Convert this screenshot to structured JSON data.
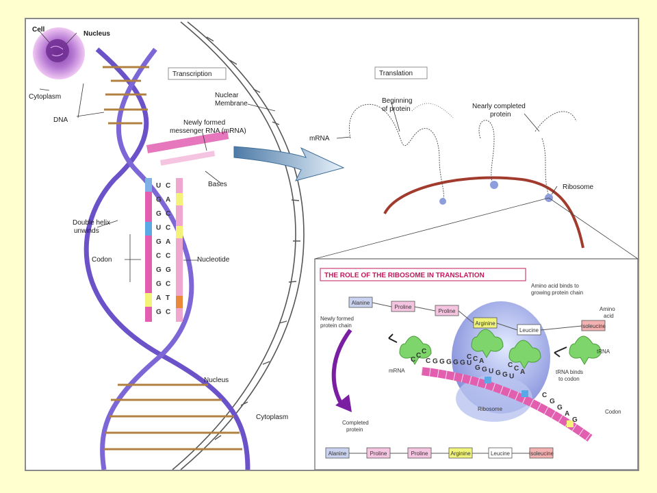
{
  "labels": {
    "cell": "Cell",
    "nucleus_top": "Nucleus",
    "cytoplasm_top": "Cytoplasm",
    "dna": "DNA",
    "transcription": "Transcription",
    "nuclear_membrane_1": "Nuclear",
    "nuclear_membrane_2": "Membrane",
    "mrna_new_1": "Newly formed",
    "mrna_new_2": "messenger RNA (mRNA)",
    "bases": "Bases",
    "double_helix_1": "Double helix",
    "double_helix_2": "unwinds",
    "codon_left": "Codon",
    "nucleotide": "Nucleotide",
    "nucleus_center": "Nucleus",
    "cytoplasm_bottom": "Cytoplasm",
    "translation": "Translation",
    "beginning_1": "Beginning",
    "beginning_2": "of protein",
    "nearly_1": "Nearly completed",
    "nearly_2": "protein",
    "mrna_translation": "mRNA",
    "ribosome_top": "Ribosome"
  },
  "dna_strand_left": [
    "U",
    "G",
    "G",
    "U",
    "G",
    "C",
    "G",
    "G",
    "A",
    "G"
  ],
  "dna_strand_right": [
    "C",
    "A",
    "C",
    "C",
    "A",
    "C",
    "G",
    "C",
    "T",
    "C"
  ],
  "inset": {
    "title": "THE ROLE OF THE RIBOSOME IN TRANSLATION",
    "amino_binds_1": "Amino acid binds to",
    "amino_binds_2": "growing protein chain",
    "amino_acid_1": "Amino",
    "amino_acid_2": "acid",
    "newly_formed_1": "Newly formed",
    "newly_formed_2": "protein chain",
    "trna": "tRNA",
    "trna_binds_1": "tRNA binds",
    "trna_binds_2": "to codon",
    "mrna": "mRNA",
    "ribosome": "Ribosome",
    "codon": "Codon",
    "completed_1": "Completed",
    "completed_2": "protein",
    "chain_top": [
      {
        "name": "Alanine",
        "color": "#c9d2ef"
      },
      {
        "name": "Proline",
        "color": "#f4c4e0"
      },
      {
        "name": "Proline",
        "color": "#f4c4e0"
      },
      {
        "name": "Arginine",
        "color": "#f1f47a"
      },
      {
        "name": "Leucine",
        "color": "#ffffff"
      },
      {
        "name": "Isoleucine",
        "color": "#f4b1b1"
      }
    ],
    "anticodon_1": [
      "C",
      "C",
      "C"
    ],
    "anticodon_2": [
      "C",
      "C",
      "A"
    ],
    "anticodon_3": [
      "C",
      "C",
      "A"
    ],
    "mrna_bases_top": [
      "C",
      "G",
      "G",
      "G",
      "G",
      "G",
      "U"
    ],
    "mrna_bases_mid": [
      "G",
      "G",
      "U",
      "G",
      "G",
      "U"
    ],
    "mrna_bases_end": [
      "C",
      "G",
      "G",
      "A",
      "G"
    ],
    "completed_chain": [
      {
        "name": "Alanine",
        "color": "#c9d2ef"
      },
      {
        "name": "Proline",
        "color": "#f4c4e0"
      },
      {
        "name": "Proline",
        "color": "#f4c4e0"
      },
      {
        "name": "Arginine",
        "color": "#f1f47a"
      },
      {
        "name": "Leucine",
        "color": "#ffffff"
      },
      {
        "name": "Isoleucine",
        "color": "#f4b1b1"
      }
    ]
  }
}
